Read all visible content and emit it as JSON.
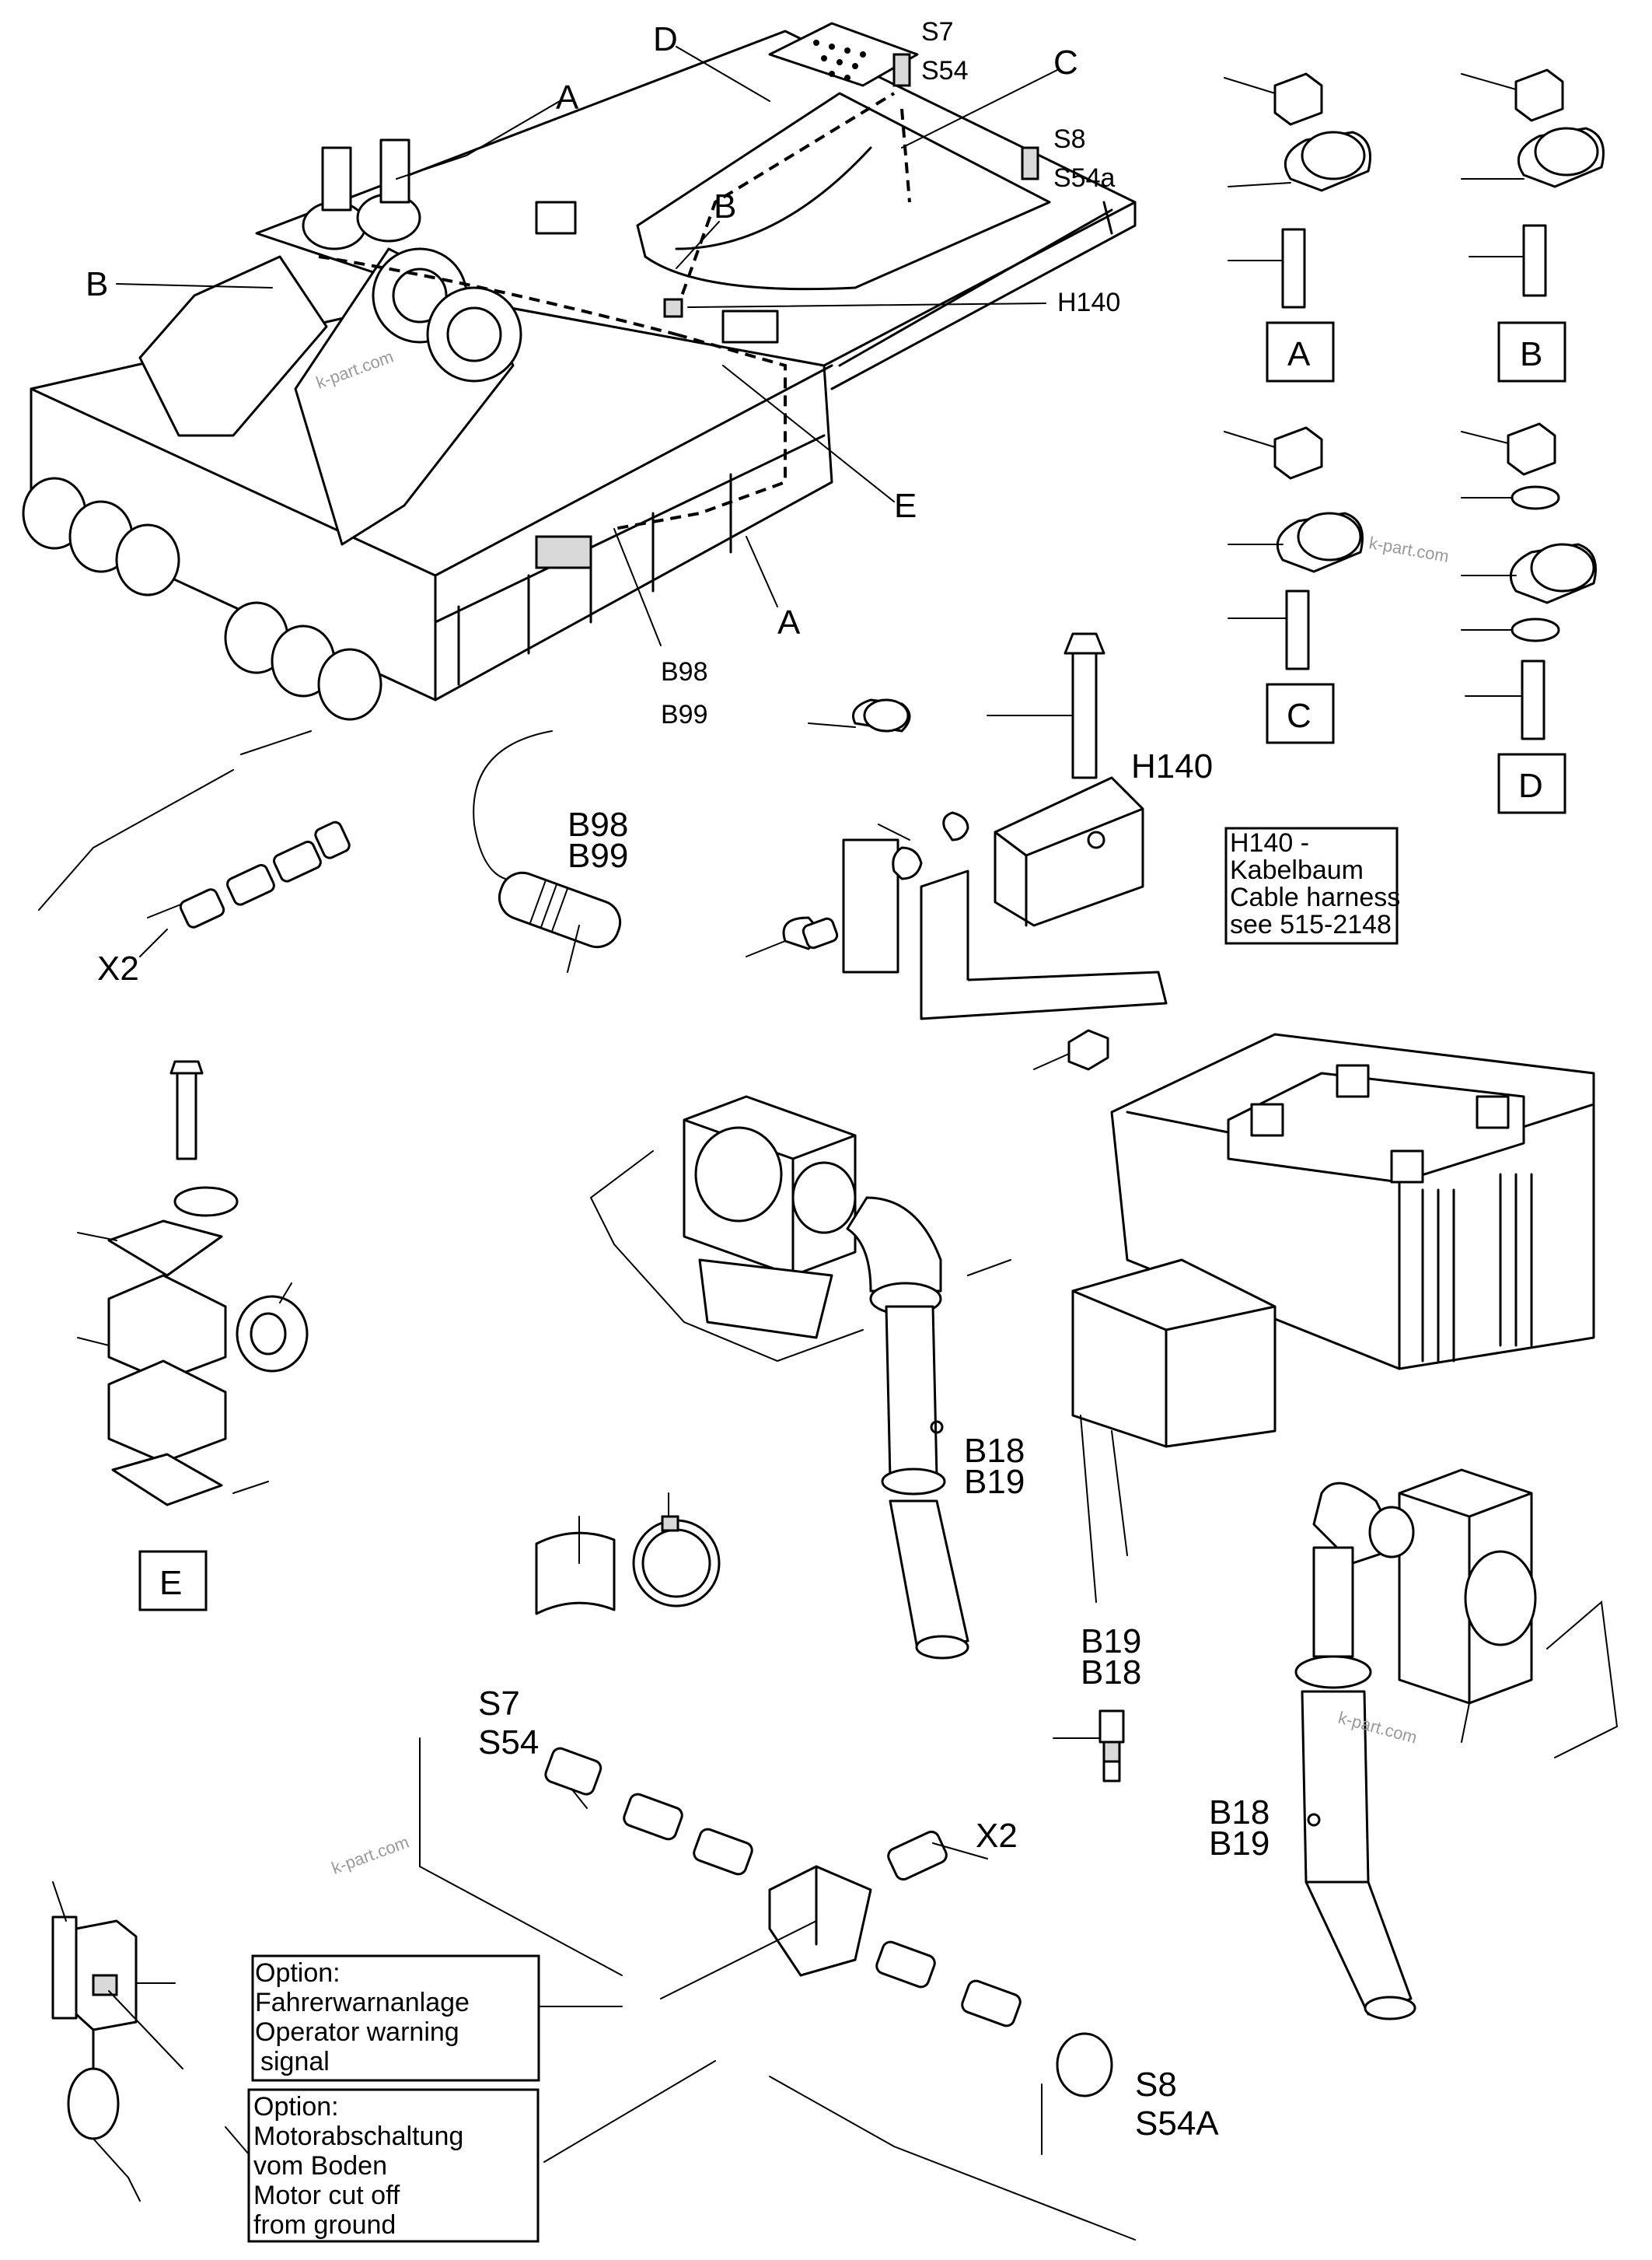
{
  "callouts": {
    "A": "A",
    "B": "B",
    "C": "C",
    "D": "D",
    "E": "E",
    "S7": "S7",
    "S54": "S54",
    "S8": "S8",
    "S54a": "S54a",
    "S54A": "S54A",
    "H140": "H140",
    "B98": "B98",
    "B99": "B99",
    "B18": "B18",
    "B19": "B19",
    "X2": "X2"
  },
  "detail_labels": {
    "A": "A",
    "B": "B",
    "C": "C",
    "D": "D",
    "E": "E"
  },
  "h140_note": {
    "line1": "H140 -",
    "line2": "Kabelbaum",
    "line3": "Cable harness",
    "line4": "see 515-2148"
  },
  "option_warning": {
    "line1": "Option:",
    "line2": "Fahrerwarnanlage",
    "line3": "Operator warning",
    "line4": "signal"
  },
  "option_cutoff": {
    "line1": "Option:",
    "line2": "Motorabschaltung",
    "line3": "vom Boden",
    "line4": "Motor cut off",
    "line5": "from ground"
  },
  "watermark": "k-part.com"
}
